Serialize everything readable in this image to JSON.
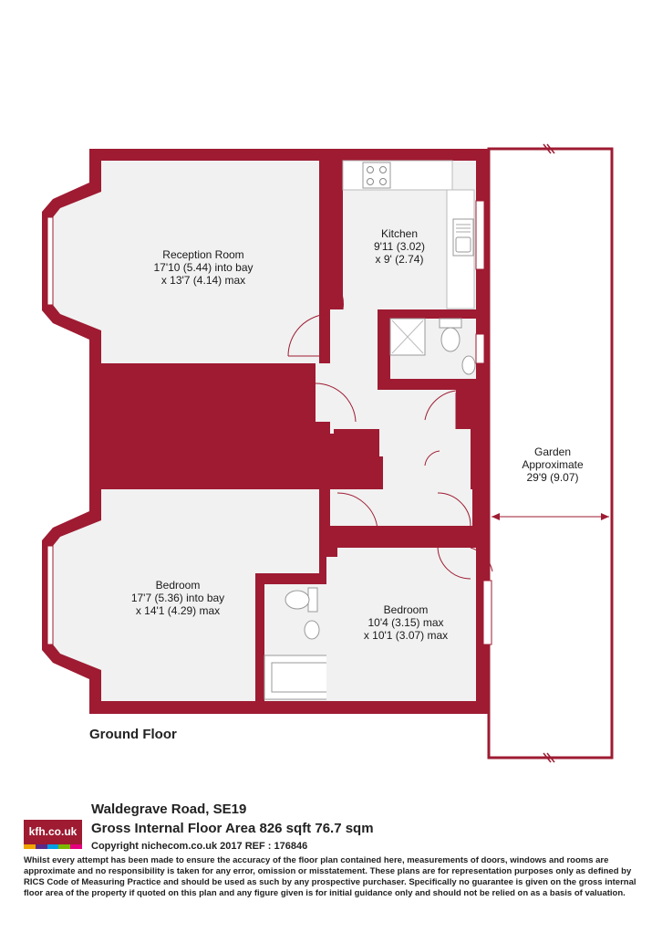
{
  "colors": {
    "wall": "#9e1b32",
    "floor": "#f1f1f1",
    "fixture": "#ffffff"
  },
  "rooms": [
    {
      "id": "reception",
      "name": "Reception Room",
      "dims": [
        "17'10 (5.44) into bay",
        "x 13'7 (4.14) max"
      ]
    },
    {
      "id": "kitchen",
      "name": "Kitchen",
      "dims": [
        "9'11 (3.02)",
        "x 9' (2.74)"
      ]
    },
    {
      "id": "garden",
      "name": "Garden",
      "dims": [
        "Approximate",
        "29'9 (9.07)"
      ]
    },
    {
      "id": "bedroom1",
      "name": "Bedroom",
      "dims": [
        "17'7 (5.36) into bay",
        "x 14'1 (4.29) max"
      ]
    },
    {
      "id": "bedroom2",
      "name": "Bedroom",
      "dims": [
        "10'4 (3.15) max",
        "x 10'1 (3.07) max"
      ]
    }
  ],
  "floor_label": "Ground Floor",
  "footer": {
    "logo_text": "kfh.co.uk",
    "logo_strip_colors": [
      "#f0a500",
      "#5b2a86",
      "#009fe3",
      "#7ab800",
      "#e5007e"
    ],
    "address": "Waldegrave Road, SE19",
    "area": "Gross Internal Floor Area 826 sqft 76.7 sqm",
    "copyright": "Copyright nichecom.co.uk 2017 REF : 176846",
    "disclaimer": "Whilst every attempt has been made to ensure the accuracy of the floor plan contained here, measurements of doors, windows and rooms are approximate and no responsibility is taken for any error, omission or misstatement.  These plans are for representation purposes only as defined by RICS Code of Measuring Practice and should be used as such by any prospective purchaser.  Specifically no guarantee is given on the gross internal floor area of the property if quoted on this plan and any figure given is for initial guidance only and should not be relied on as a basis of valuation."
  }
}
